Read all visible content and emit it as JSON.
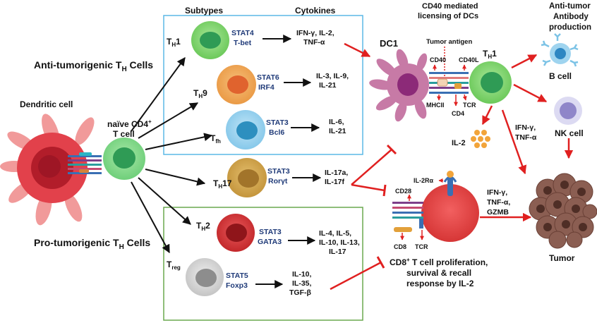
{
  "colors": {
    "arrow_black": "#111111",
    "arrow_red": "#e02020",
    "antitumor_box": "#5bb8e6",
    "protumor_box": "#6aa84f",
    "stat_text": "#1f3a78"
  },
  "headers": {
    "subtypes": "Subtypes",
    "cytokines": "Cytokines",
    "dc_licensing_line1": "CD40 mediated",
    "dc_licensing_line2": "licensing of DCs",
    "antibody_line1": "Anti-tumor",
    "antibody_line2": "Antibody",
    "antibody_line3": "production"
  },
  "groups": {
    "anti_tumor": {
      "prefix": "Anti-tumorigenic T",
      "sub": "H",
      "suffix": " Cells"
    },
    "pro_tumor": {
      "prefix": "Pro-tumorigenic T",
      "sub": "H",
      "suffix": " Cells"
    }
  },
  "cells": {
    "dendritic": "Dendritic cell",
    "naive_line1": "naïve CD4",
    "naive_sup": "+",
    "naive_line2": "T cell",
    "dc1": "DC1",
    "b_cell": "B cell",
    "nk_cell": "NK cell",
    "tumor": "Tumor"
  },
  "subtypes": [
    {
      "id": "th1",
      "main": "T",
      "sub": "H",
      "tail": "1",
      "tf1": "STAT4",
      "tf2": "T-bet",
      "cyt": [
        "IFN-γ, IL-2,",
        "TNF-α"
      ]
    },
    {
      "id": "th9",
      "main": "T",
      "sub": "H",
      "tail": "9",
      "tf1": "STAT6",
      "tf2": "IRF4",
      "cyt": [
        "IL-3, IL-9,",
        "IL-21"
      ]
    },
    {
      "id": "tfh",
      "main": "T",
      "sub": "fh",
      "tail": "",
      "tf1": "STAT3",
      "tf2": "Bcl6",
      "cyt": [
        "IL-6,",
        "IL-21"
      ]
    },
    {
      "id": "th17",
      "main": "T",
      "sub": "H",
      "tail": "17",
      "tf1": "STAT3",
      "tf2": "Rorγt",
      "cyt": [
        "IL-17a,",
        "IL-17f"
      ]
    },
    {
      "id": "th2",
      "main": "T",
      "sub": "H",
      "tail": "2",
      "tf1": "STAT3",
      "tf2": "GATA3",
      "cyt": [
        "IL-4, IL-5,",
        "IL-10, IL-13,",
        "IL-17"
      ]
    },
    {
      "id": "treg",
      "main": "T",
      "sub": "reg",
      "tail": "",
      "tf1": "STAT5",
      "tf2": "Foxp3",
      "cyt": [
        "IL-10,",
        "IL-35,",
        "TGF-β"
      ]
    }
  ],
  "dc_synapse": {
    "tumor_antigen": "Tumor antigen",
    "cd40": "CD40",
    "cd40l": "CD40L",
    "mhcii": "MHCII",
    "tcr": "TCR",
    "cd4": "CD4",
    "th1_main": "T",
    "th1_sub": "H",
    "th1_tail": "1"
  },
  "il2": {
    "il2": "IL-2",
    "il2ra": "IL-2Rα",
    "cd28": "CD28",
    "cd8": "CD8",
    "tcr": "TCR",
    "caption_line1": "CD8",
    "caption_sup": "+",
    "caption_line1_rest": " T cell proliferation,",
    "caption_line2": "survival & recall",
    "caption_line3": "response by IL-2"
  },
  "effectors": {
    "th1_to_tumor_1": "IFN-γ,",
    "th1_to_tumor_2": "TNF-α",
    "cd8_to_tumor_1": "IFN-γ,",
    "cd8_to_tumor_2": "TNF-α,",
    "cd8_to_tumor_3": "GZMB"
  }
}
